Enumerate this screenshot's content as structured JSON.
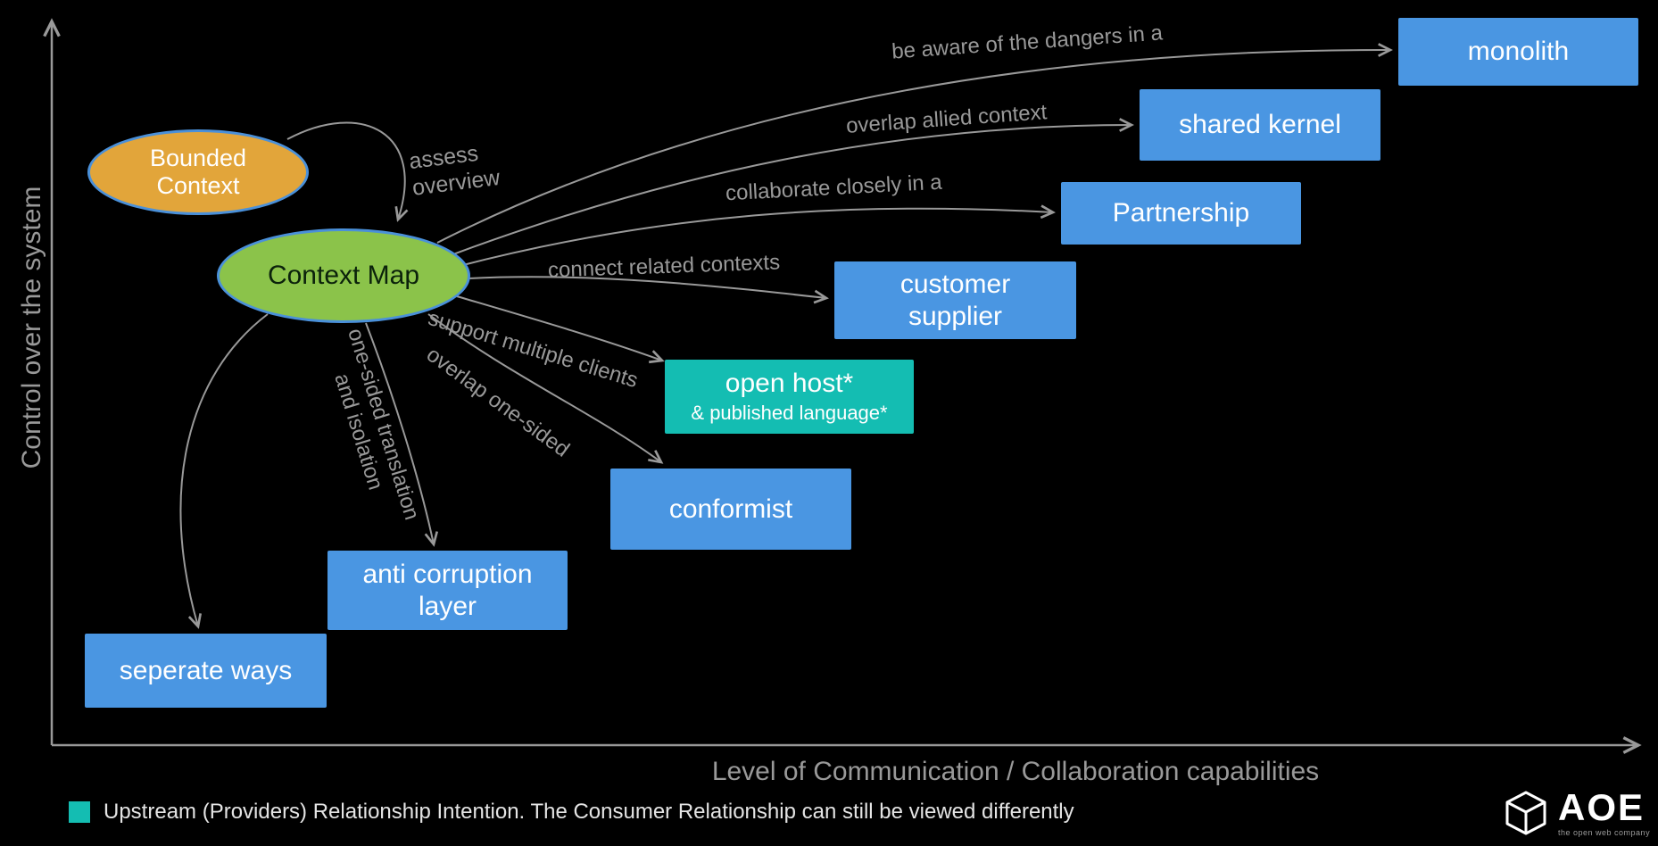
{
  "diagram": {
    "y_axis_label": "Control over the system",
    "x_axis_label": "Level of Communication / Collaboration capabilities"
  },
  "nodes": {
    "bounded_context": {
      "line1": "Bounded",
      "line2": "Context",
      "color": "#e2a53a"
    },
    "context_map": {
      "label": "Context Map",
      "color": "#8bc34a"
    },
    "monolith": {
      "label": "monolith"
    },
    "shared_kernel": {
      "label": "shared kernel"
    },
    "partnership": {
      "label": "Partnership"
    },
    "customer_supplier": {
      "line1": "customer",
      "line2": "supplier"
    },
    "open_host": {
      "label": "open host*",
      "sublabel": "& published language*",
      "color": "#14bdb2"
    },
    "conformist": {
      "label": "conformist"
    },
    "anti_corruption_layer": {
      "line1": "anti corruption",
      "line2": "layer"
    },
    "seperate_ways": {
      "label": "seperate ways"
    }
  },
  "edge_labels": {
    "assess": {
      "line1": "assess",
      "line2": "overview"
    },
    "monolith": "be aware of the dangers in a",
    "shared_kernel": "overlap allied context",
    "partnership": "collaborate closely in a",
    "customer_supplier": "connect related contexts",
    "open_host": "support multiple clients",
    "conformist": "overlap one-sided",
    "anti_corruption_layer": {
      "line1": "one-sided translation",
      "line2": "and isolation"
    }
  },
  "legend": {
    "swatch_color": "#14bdb2",
    "text": "Upstream (Providers) Relationship Intention. The Consumer Relationship can still be viewed differently"
  },
  "logo": {
    "name": "AOE",
    "tagline": "the open web company"
  },
  "colors": {
    "background": "#000000",
    "box_blue": "#4a96e2",
    "teal": "#14bdb2",
    "arrow_gray": "#999999"
  }
}
